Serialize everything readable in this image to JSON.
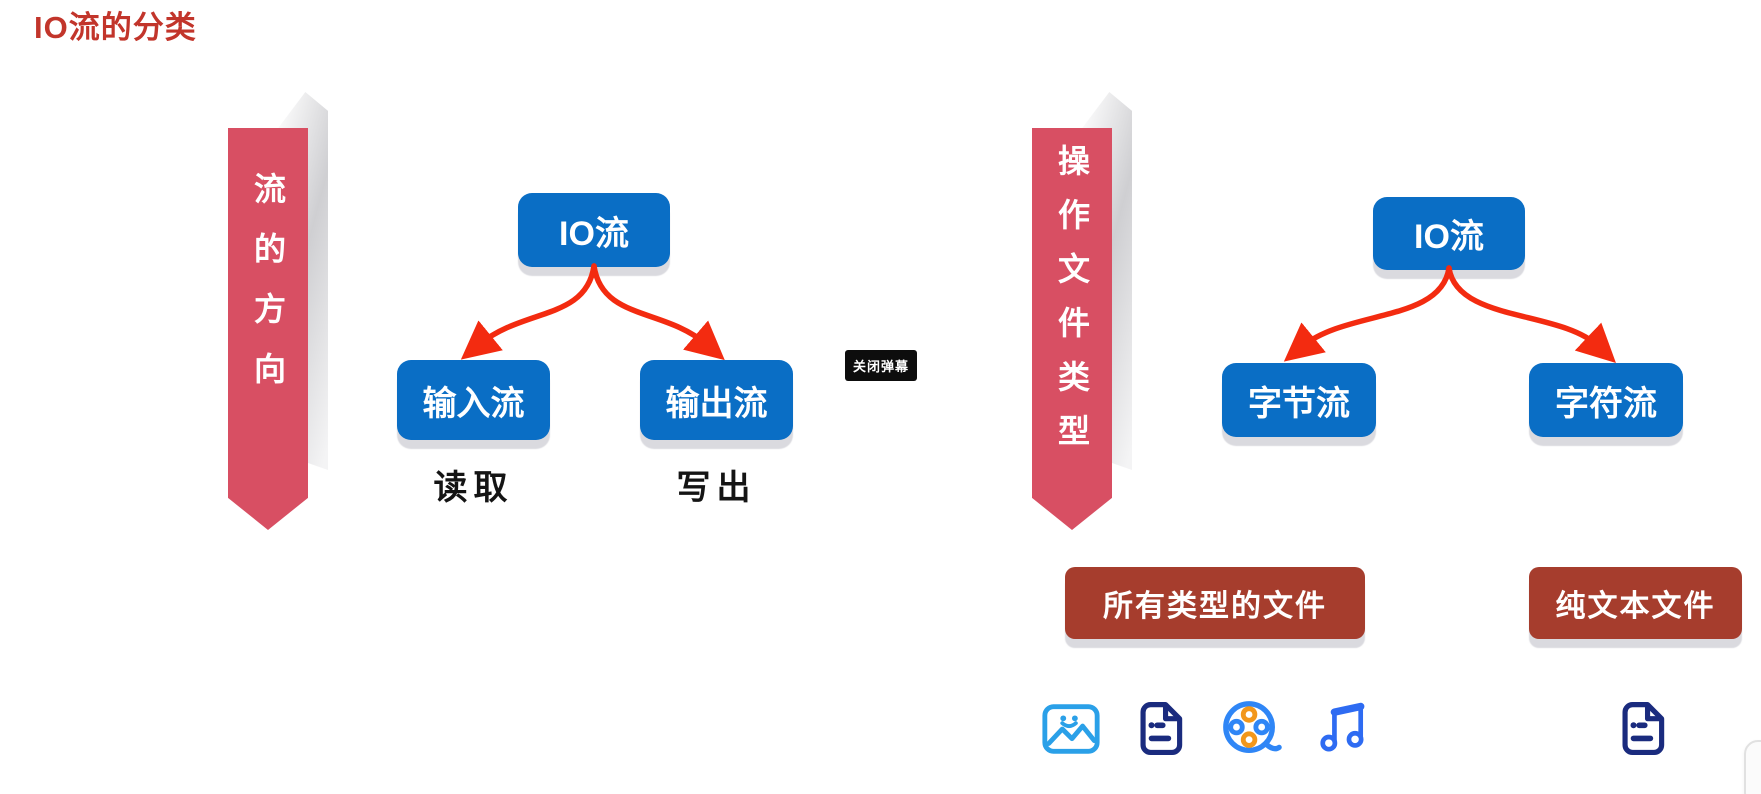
{
  "title": "IO流的分类",
  "video_overlay": {
    "danmaku_button": "关闭弹幕"
  },
  "left_diagram": {
    "ribbon_label": "流的方向",
    "root_label": "IO流",
    "children": [
      {
        "label": "输入流",
        "annotation": "读取"
      },
      {
        "label": "输出流",
        "annotation": "写出"
      }
    ]
  },
  "right_diagram": {
    "ribbon_label": "操作文件类型",
    "root_label": "IO流",
    "children": [
      {
        "label": "字节流",
        "file_types": "所有类型的文件",
        "icons": [
          "image-icon",
          "document-icon",
          "movie-icon",
          "music-icon"
        ]
      },
      {
        "label": "字符流",
        "file_types": "纯文本文件",
        "icons": [
          "document-icon"
        ]
      }
    ]
  },
  "colors": {
    "title_red": "#c2352b",
    "ribbon_red": "#d84f63",
    "node_blue": "#0a6ec5",
    "arrow_red": "#f32b10",
    "result_dark_red": "#a63d2d",
    "icon_light_blue": "#2aa0e8",
    "icon_navy": "#1a2b7e",
    "icon_blue": "#2f86f6",
    "icon_orange": "#f2971b"
  }
}
